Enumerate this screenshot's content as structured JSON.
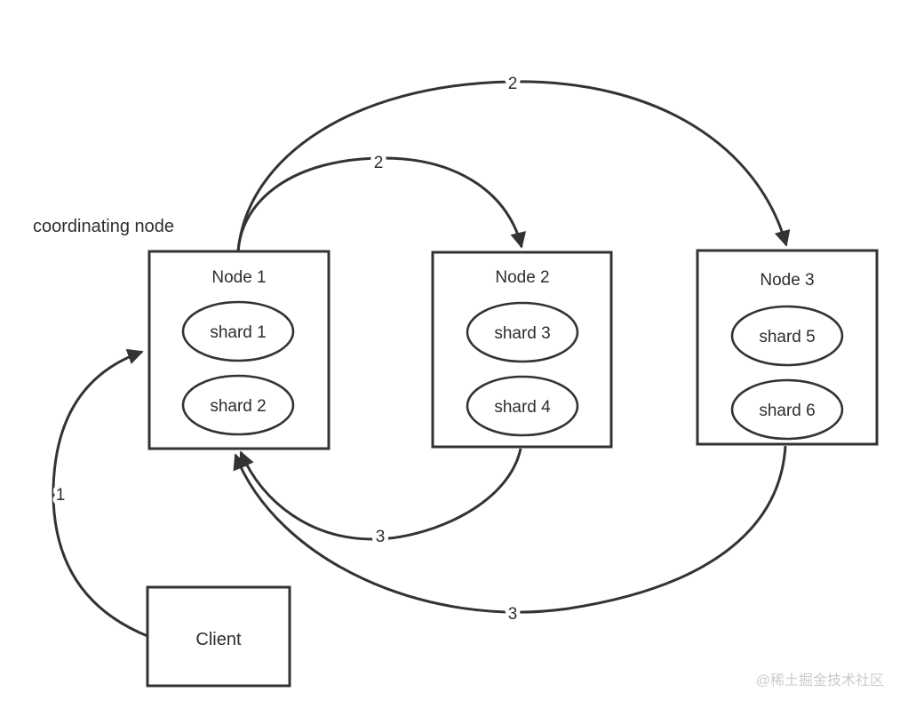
{
  "diagram": {
    "coordinating_label": "coordinating node",
    "nodes": [
      {
        "name": "Node 1",
        "shards": [
          "shard 1",
          "shard 2"
        ]
      },
      {
        "name": "Node 2",
        "shards": [
          "shard 3",
          "shard 4"
        ]
      },
      {
        "name": "Node 3",
        "shards": [
          "shard 5",
          "shard 6"
        ]
      }
    ],
    "client_label": "Client",
    "arrows": [
      {
        "label": "1",
        "from": "Client",
        "to": "Node 1"
      },
      {
        "label": "2",
        "from": "Node 1",
        "to": "Node 2"
      },
      {
        "label": "2",
        "from": "Node 1",
        "to": "Node 3"
      },
      {
        "label": "3",
        "from": "Node 2",
        "to": "Node 1"
      },
      {
        "label": "3",
        "from": "Node 3",
        "to": "Node 1"
      }
    ],
    "watermark": "@稀土掘金技术社区",
    "colors": {
      "line": "#333333",
      "text": "#2d2d2d",
      "watermark": "#cbcbcb",
      "background": "#ffffff"
    }
  }
}
